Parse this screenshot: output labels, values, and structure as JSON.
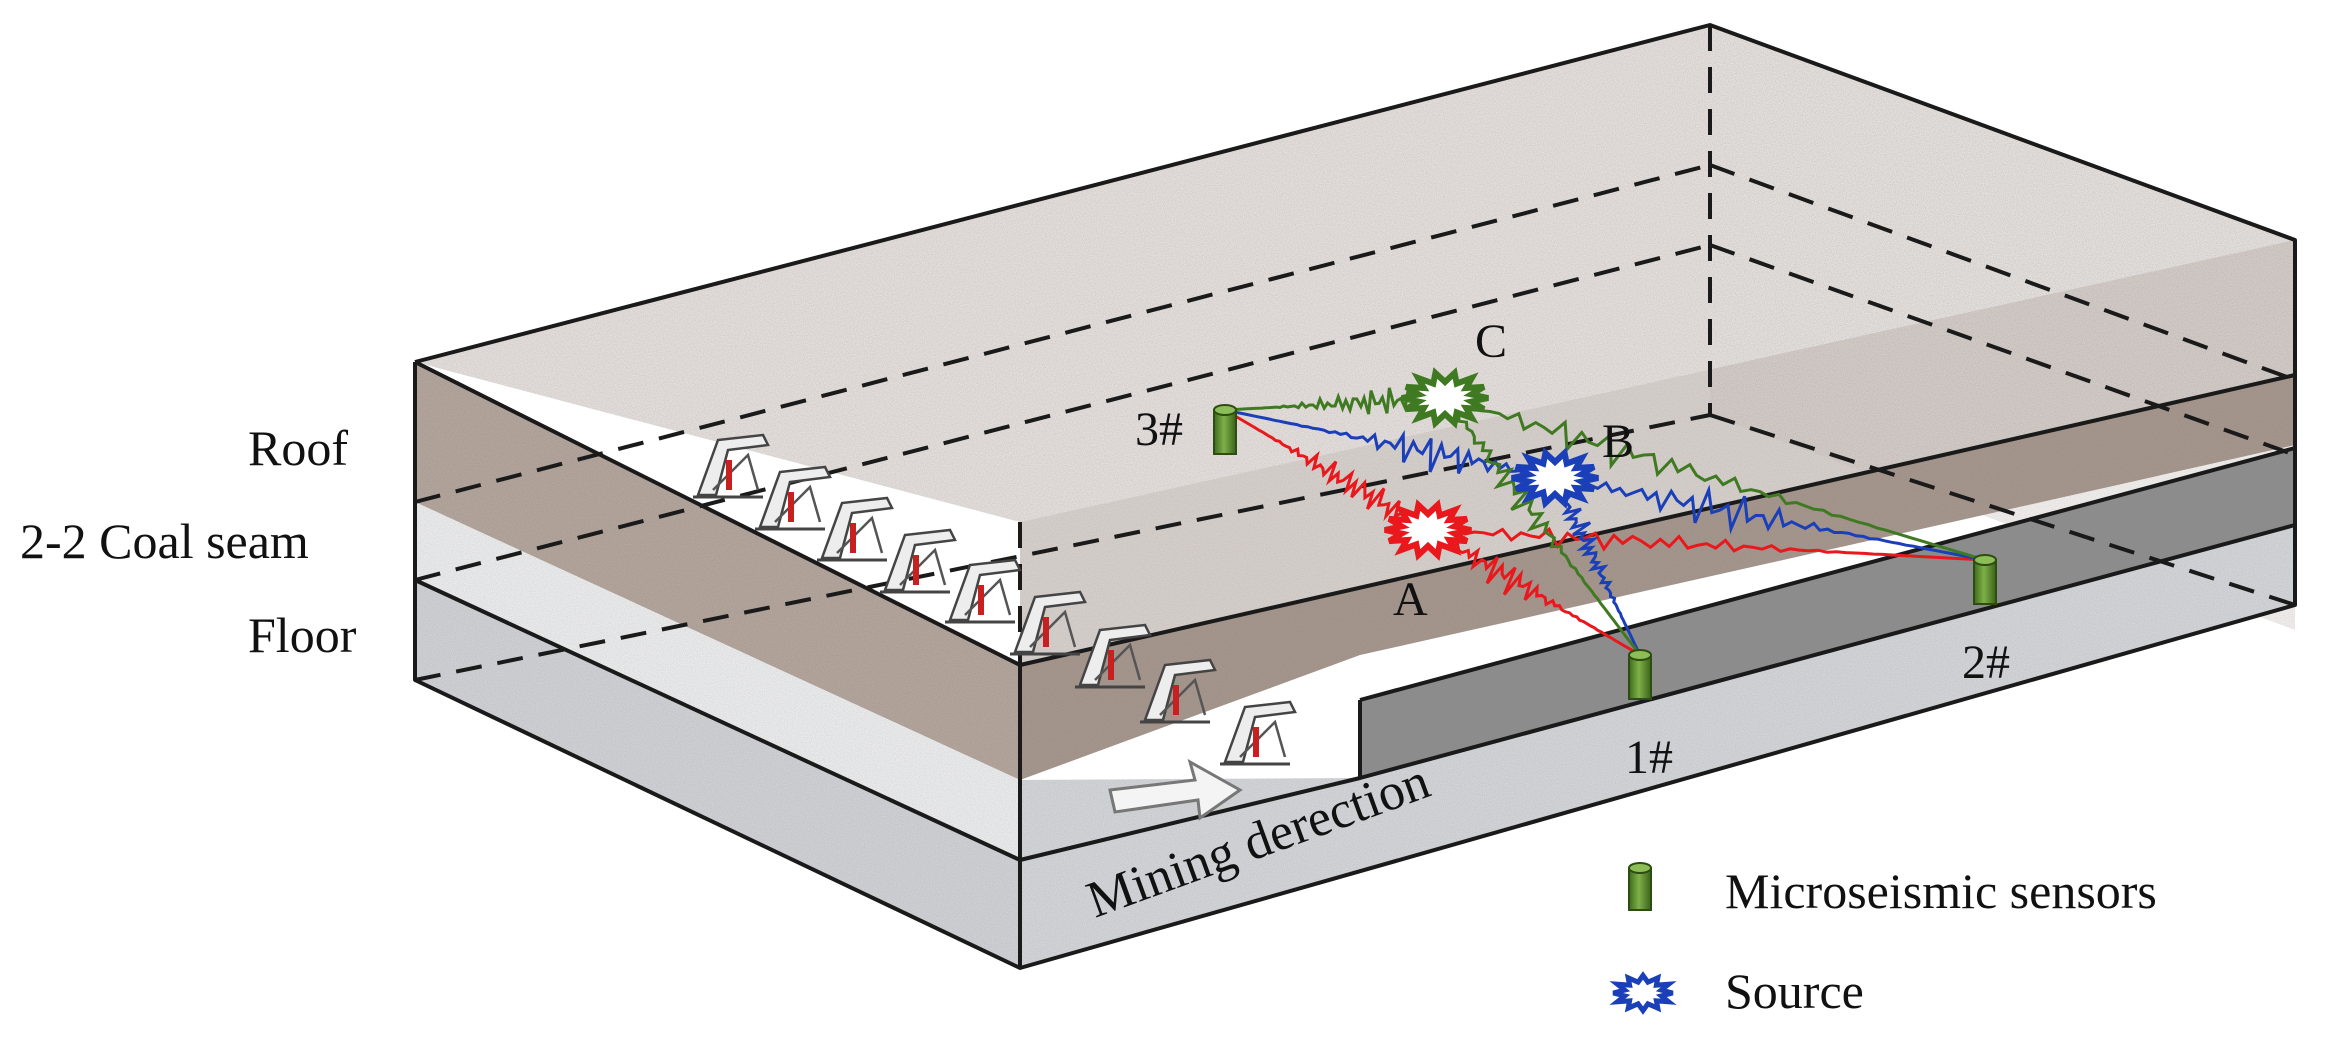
{
  "labels": {
    "roof": "Roof",
    "coal_seam": "2-2 Coal seam",
    "floor": "Floor",
    "mining_direction": "Mining derection"
  },
  "sources": [
    {
      "label": "A",
      "color": "#e8181c"
    },
    {
      "label": "B",
      "color": "#1a3fb8"
    },
    {
      "label": "C",
      "color": "#3f7a22"
    }
  ],
  "sensors": [
    {
      "label": "1#"
    },
    {
      "label": "2#"
    },
    {
      "label": "3#"
    }
  ],
  "legend": {
    "sensor_label": "Microseismic sensors",
    "source_label": "Source",
    "sensor_icon": "green-cylinder-icon",
    "source_icon": "blue-starburst-icon"
  },
  "colors": {
    "sensor": "#5f8f2e",
    "wave_red": "#e8181c",
    "wave_blue": "#1a3fb8",
    "wave_green": "#3f7a22",
    "roof": "#b9aca3",
    "floor": "#d8d9dc",
    "coal": "#8d8d8d"
  }
}
